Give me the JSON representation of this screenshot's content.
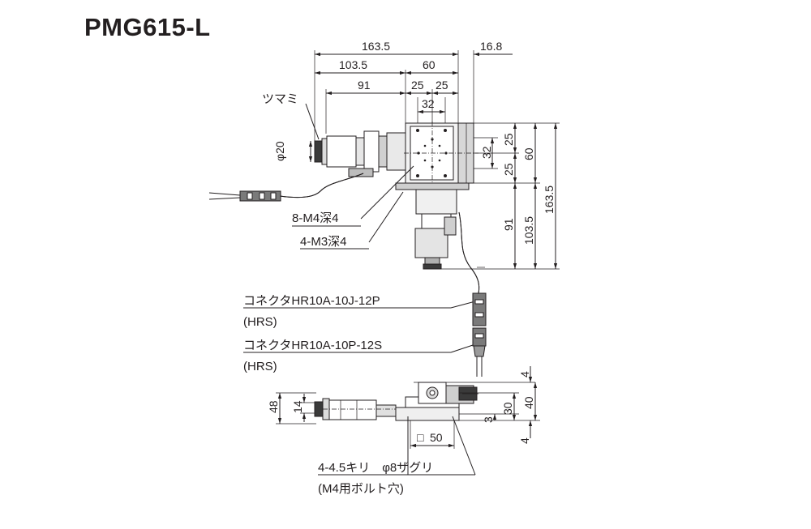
{
  "title": "PMG615-L",
  "top_dims": {
    "total_width": "163.5",
    "knob_ext": "16.8",
    "left_part": "103.5",
    "stage": "60",
    "motor_len": "91",
    "half_a": "25",
    "half_b": "25",
    "pitch": "32"
  },
  "right_dims": {
    "pitch": "32",
    "half_a": "25",
    "half_b": "25",
    "stage": "60",
    "motor_len": "91",
    "lower_part": "103.5",
    "total_height": "163.5"
  },
  "left_dims": {
    "knob_dia": "φ20"
  },
  "side_dims": {
    "overall_h": "48",
    "axis_h": "14",
    "d3": "3",
    "d30": "30",
    "d40": "40",
    "top_gap": "4",
    "bottom_gap": "4",
    "base_sq": "50",
    "base_sq_symbol": "□"
  },
  "labels": {
    "knob": "ツマミ",
    "tap_m4": "8-M4深4",
    "tap_m3": "4-M3深4",
    "conn1": "コネクタHR10A-10J-12P",
    "conn1_maker": "(HRS)",
    "conn2": "コネクタHR10A-10P-12S",
    "conn2_maker": "(HRS)",
    "holes": "4-4.5キリ　φ8ザグリ",
    "holes_note": "(M4用ボルト穴)"
  }
}
